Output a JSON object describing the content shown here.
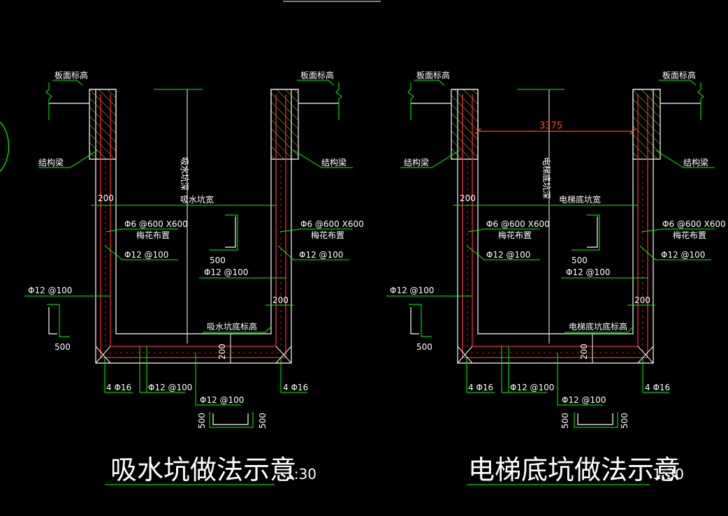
{
  "colors": {
    "background": "#000000",
    "wall_outline": "#ffffff",
    "rebar": "#ff2a2a",
    "leader": "#00ff00",
    "hatch": "#c8c840",
    "text": "#ffffff",
    "dimension_red": "#ff4a1a"
  },
  "left_detail": {
    "slab_elev_left": "板面标高",
    "slab_elev_right": "板面标高",
    "beam_left": "结构梁",
    "beam_right": "结构梁",
    "depth_label": "吸水坑深",
    "width_label": "吸水坑宽",
    "wall_thk_left": "200",
    "wall_thk_right": "200",
    "floor_thk": "200",
    "tie_bar_left": "Φ6 @600 X600",
    "tie_bar_left_note": "梅花布置",
    "tie_bar_right": "Φ6 @600 X600",
    "tie_bar_right_note": "梅花布置",
    "wall_bar_left_inner": "Φ12 @100",
    "wall_bar_right_inner": "Φ12 @100",
    "hook_center_len": "500",
    "center_bar": "Φ12 @100",
    "wall_bar_outer": "Φ12 @100",
    "hook_left_len": "500",
    "pit_bottom_elev": "吸水坑底标高",
    "corner_bar_left": "4 Φ16",
    "corner_bar_right": "4 Φ16",
    "bottom_bar_1": "Φ12 @100",
    "bottom_bar_2": "Φ12 @100",
    "bottom_hook_left": "500",
    "bottom_hook_right": "500",
    "title": "吸水坑做法示意",
    "scale": "1:30"
  },
  "right_detail": {
    "slab_elev_left": "板面标高",
    "slab_elev_right": "板面标高",
    "beam_left": "结构梁",
    "beam_right": "结构梁",
    "span_dim": "3375",
    "depth_label": "电梯底坑深",
    "width_label": "电梯底坑宽",
    "wall_thk_left": "200",
    "wall_thk_right": "200",
    "floor_thk": "200",
    "tie_bar_left": "Φ6 @600 X600",
    "tie_bar_left_note": "梅花布置",
    "tie_bar_right": "Φ6 @600 X600",
    "tie_bar_right_note": "梅花布置",
    "wall_bar_left_inner": "Φ12 @100",
    "wall_bar_right_inner": "Φ12 @100",
    "hook_center_len": "500",
    "center_bar": "Φ12 @100",
    "wall_bar_outer": "Φ12 @100",
    "hook_left_len": "500",
    "pit_bottom_elev": "电梯底坑底标高",
    "corner_bar_left": "4 Φ16",
    "corner_bar_right": "4 Φ16",
    "bottom_bar_1": "Φ12 @100",
    "bottom_bar_2": "Φ12 @100",
    "bottom_hook_left": "500",
    "bottom_hook_right": "500",
    "title": "电梯底坑做法示意",
    "scale": "1:30"
  }
}
